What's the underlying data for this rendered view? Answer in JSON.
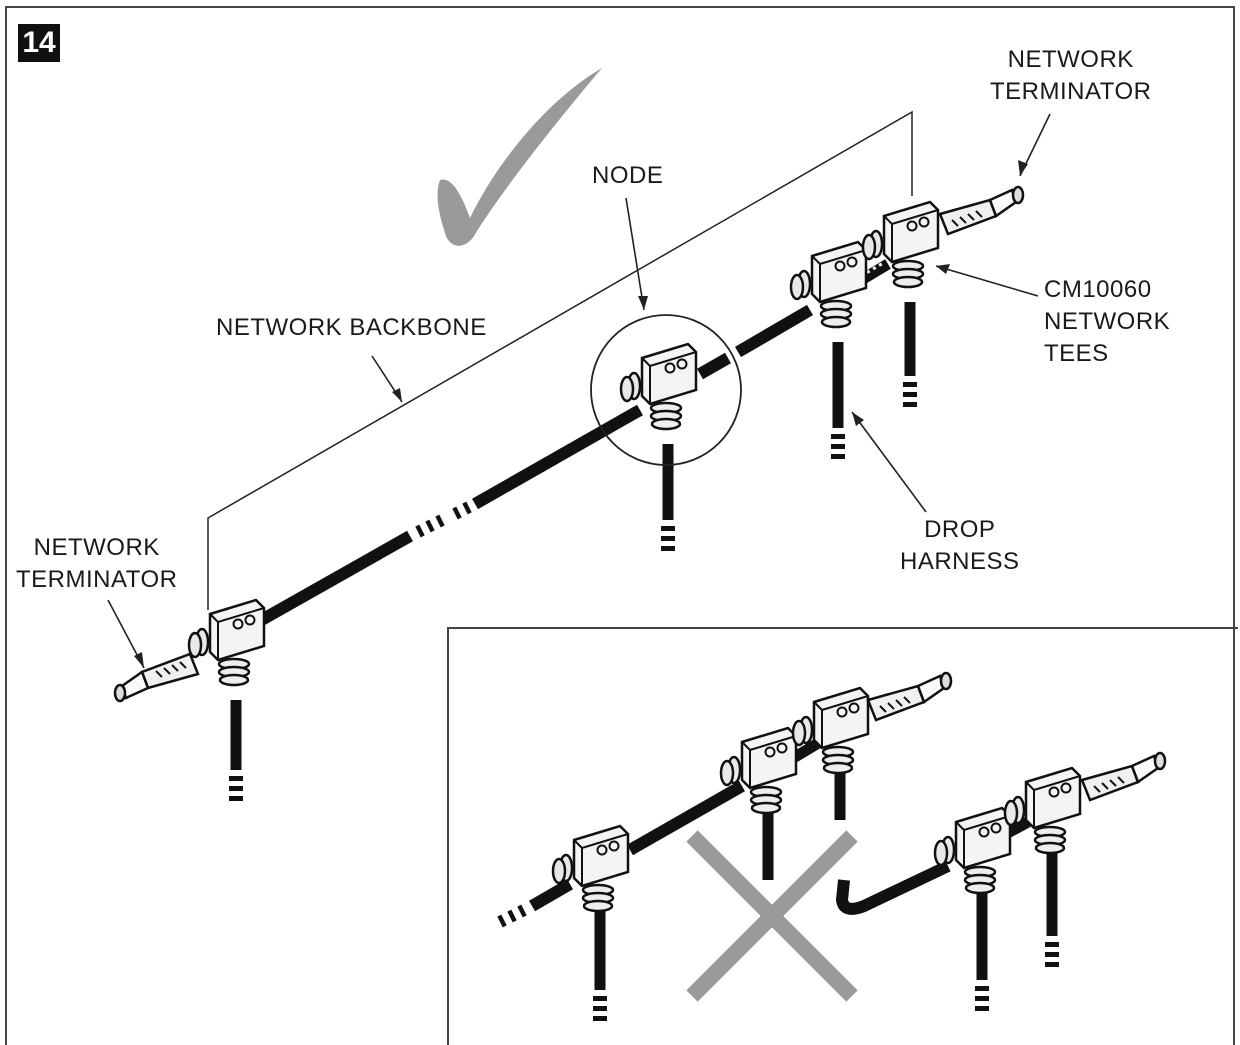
{
  "step_number": "14",
  "labels": {
    "terminator_right": "NETWORK\nTERMINATOR",
    "terminator_left": "NETWORK\nTERMINATOR",
    "node": "NODE",
    "backbone": "NETWORK BACKBONE",
    "tees": "CM10060\nNETWORK\nTEES",
    "drop_harness": "DROP\nHARNESS"
  },
  "icons": {
    "correct": "checkmark-icon",
    "incorrect": "x-mark-icon"
  },
  "colors": {
    "ink": "#111111",
    "mark_gray": "#9a9a9a",
    "tee_fill": "#f2f2f2"
  }
}
